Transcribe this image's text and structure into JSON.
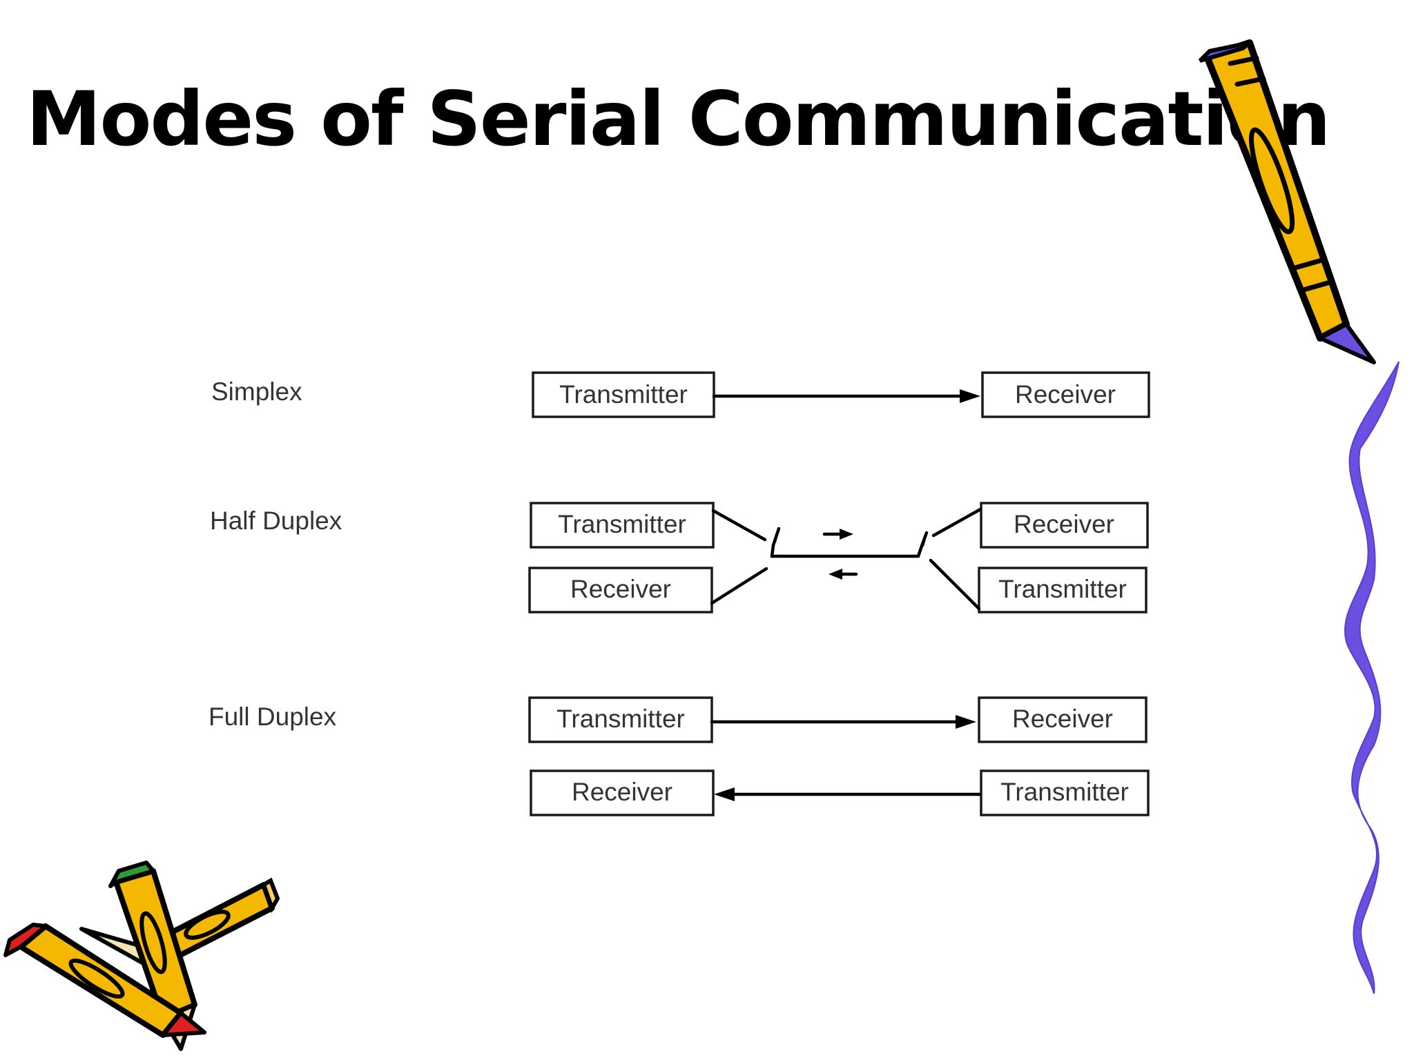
{
  "title": "Modes of Serial Communication",
  "modes": [
    {
      "name": "Simplex",
      "left": [
        "Transmitter"
      ],
      "right": [
        "Receiver"
      ]
    },
    {
      "name": "Half Duplex",
      "left": [
        "Transmitter",
        "Receiver"
      ],
      "right": [
        "Receiver",
        "Transmitter"
      ]
    },
    {
      "name": "Full Duplex",
      "left": [
        "Transmitter",
        "Receiver"
      ],
      "right": [
        "Receiver",
        "Transmitter"
      ]
    }
  ],
  "colors": {
    "text": "#333333",
    "line": "#000000",
    "pencil_body": "#F5B800",
    "pencil_accent": "#6B4FE0",
    "squiggle": "#6B4FE0",
    "eraser_green": "#2E9E3A",
    "eraser_red": "#E02020"
  },
  "decorations": [
    "pencil-icon",
    "crossed-pencils-icon",
    "squiggle-line"
  ]
}
